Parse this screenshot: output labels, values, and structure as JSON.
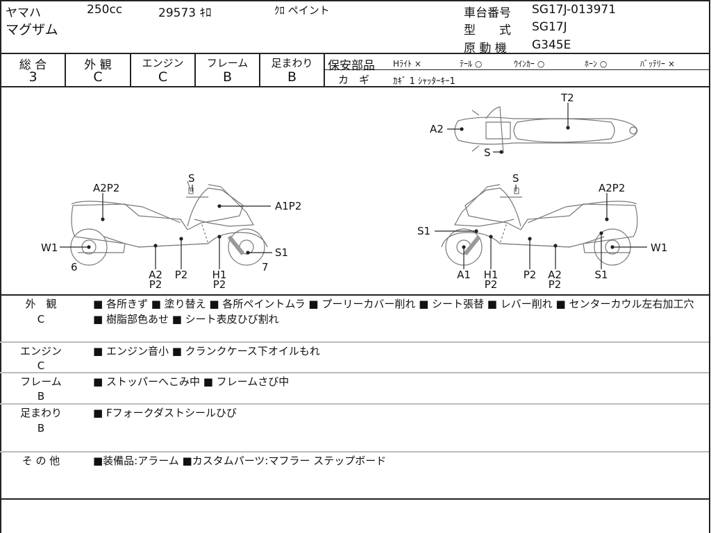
{
  "header": {
    "maker": "ヤマハ",
    "displacement": "250cc",
    "mileage": "29573 ｷﾛ",
    "color": "ｸﾛ ペイント",
    "model_name": "マグザム",
    "frame_no_label": "車台番号",
    "frame_no": "SG17J-013971",
    "type_label": "型　　式",
    "type": "SG17J",
    "engine_label": "原 動 機",
    "engine": "G345E"
  },
  "grades": [
    {
      "label": "総 合",
      "value": "3"
    },
    {
      "label": "外 観",
      "value": "C"
    },
    {
      "label": "エンジン",
      "value": "C"
    },
    {
      "label": "フレーム",
      "value": "B"
    },
    {
      "label": "足まわり",
      "value": "B"
    }
  ],
  "safety": {
    "label": "保安部品",
    "items": [
      "Hﾗｲﾄ ×",
      "ﾃｰﾙ ○",
      "ｳｲﾝｶｰ ○",
      "ﾎｰﾝ ○",
      "ﾊﾞｯﾃﾘｰ ×"
    ],
    "key_label": "カ　ギ",
    "key_value": "ｶｷﾞ 1 ｼｬｯﾀｰｷｰ1"
  },
  "diagram": {
    "labels": [
      "A2P2",
      "S",
      "A1P2",
      "W1",
      "S1",
      "6",
      "7",
      "A2",
      "P2",
      "P2",
      "H1",
      "P2",
      "T2",
      "A2",
      "S",
      "S",
      "A2P2",
      "S1",
      "W1",
      "A1",
      "H1",
      "P2",
      "P2",
      "A2",
      "P2",
      "S1"
    ]
  },
  "sections": [
    {
      "title": "外　観",
      "grade": "C",
      "text": "■ 各所きず ■ 塗り替え ■ 各所ペイントムラ ■ プーリーカバー削れ ■ シート張替 ■ レバー削れ ■ センターカウル左右加工穴 ■ 樹脂部色あせ ■ シート表皮ひび割れ"
    },
    {
      "title": "エンジン",
      "grade": "C",
      "text": "■ エンジン音小 ■ クランクケース下オイルもれ"
    },
    {
      "title": "フレーム",
      "grade": "B",
      "text": "■ ストッパーへこみ中 ■ フレームさび中"
    },
    {
      "title": "足まわり",
      "grade": "B",
      "text": "■ Fフォークダストシールひび"
    },
    {
      "title": "そ の 他",
      "grade": "",
      "text": "■装備品:アラーム ■カスタムパーツ:マフラー ステップボード"
    }
  ]
}
